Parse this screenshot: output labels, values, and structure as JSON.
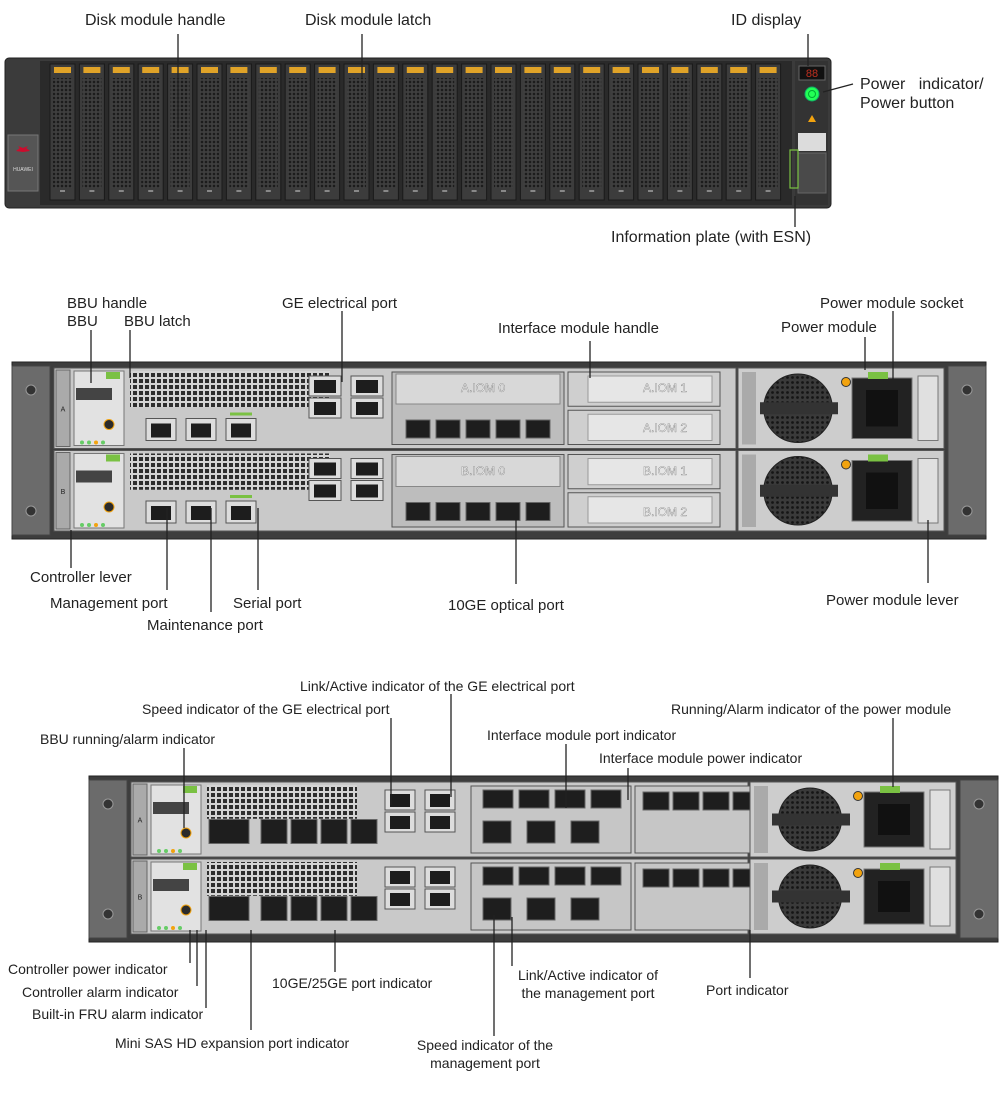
{
  "brand": "HUAWEI",
  "front": {
    "labels": {
      "disk_handle": "Disk module handle",
      "disk_latch": "Disk module latch",
      "id_display": "ID display",
      "power_indicator_line1": "Power   indicator/",
      "power_indicator_line2": "Power button",
      "info_plate": "Information plate (with ESN)"
    },
    "id_display_value": "88",
    "slot_count": 25
  },
  "rear_top": {
    "labels": {
      "bbu_handle": "BBU handle",
      "bbu": "BBU",
      "bbu_latch": "BBU latch",
      "ge_port": "GE electrical port",
      "iom_handle": "Interface module handle",
      "psu_socket": "Power module socket",
      "psu": "Power module",
      "ctrl_lever": "Controller lever",
      "mgmt_port": "Management port",
      "serial_port": "Serial port",
      "maint_port": "Maintenance port",
      "optical_port": "10GE optical port",
      "psu_lever": "Power module lever"
    },
    "iom_names": [
      "A.IOM 0",
      "A.IOM 1",
      "A.IOM 2",
      "B.IOM 0",
      "B.IOM 1",
      "B.IOM 2"
    ]
  },
  "rear_bottom": {
    "labels": {
      "link_active_ge": "Link/Active indicator of the GE electrical port",
      "speed_ge": "Speed indicator of the GE electrical port",
      "run_alarm_psu": "Running/Alarm indicator of the power module",
      "bbu_run_alarm": "BBU running/alarm indicator",
      "iom_port_ind": "Interface module port indicator",
      "iom_power_ind": "Interface module power indicator",
      "ctrl_power": "Controller power indicator",
      "ctrl_alarm": "Controller alarm indicator",
      "fru_alarm": "Built-in FRU alarm indicator",
      "port_25ge": "10GE/25GE port indicator",
      "link_mgmt_1": "Link/Active indicator of",
      "link_mgmt_2": "the management port",
      "port_ind": "Port indicator",
      "mini_sas": "Mini SAS HD expansion port indicator",
      "speed_mgmt_1": "Speed indicator of the",
      "speed_mgmt_2": "management port"
    }
  },
  "colors": {
    "chassis_dark": "#3b3b3b",
    "panel_grey": "#c9c9c9",
    "accent_green": "#7ac143",
    "brand_red": "#cf0a2c",
    "led_amber": "#f2a30f"
  }
}
